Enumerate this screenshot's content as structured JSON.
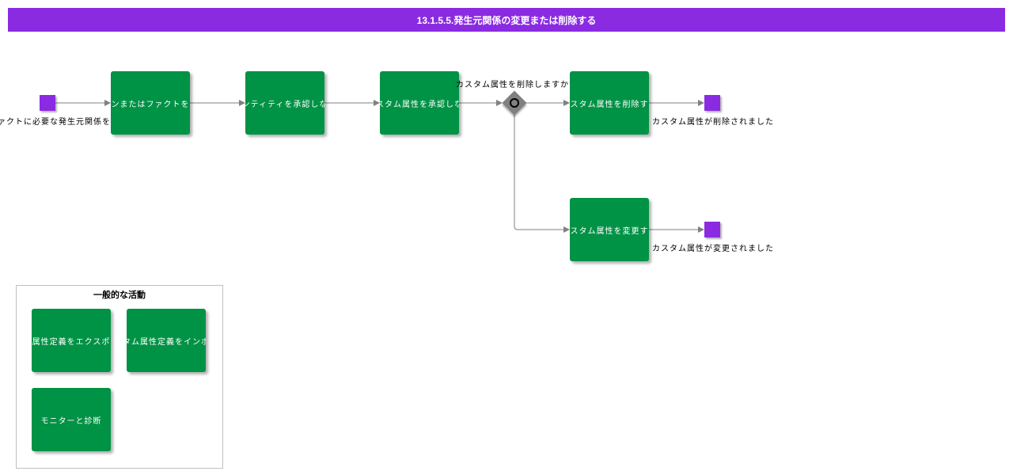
{
  "title": "13.1.5.5.発生元関係の変更または削除する",
  "start_event_label": "ァクトに必要な発生元関係を",
  "tasks": {
    "t1": "ンまたはファクトを",
    "t2": "ンティティを承認しな",
    "t3": "スタム属性を承認しな",
    "t4": "スタム属性を削除す",
    "t5": "スタム属性を変更す"
  },
  "gateway": {
    "label": "カスタム属性を削除しますか?",
    "icon": "circle-gateway-icon"
  },
  "end_events": {
    "deleted": "カスタム属性が削除されました",
    "changed": "カスタム属性が変更されました"
  },
  "group": {
    "title": "一般的な活動",
    "items": [
      "属性定義をエクスポ",
      "カスタム属性定義をインポート",
      "モニターと診断"
    ]
  },
  "colors": {
    "title_bar": "#8a2be2",
    "task": "#009245",
    "event": "#8a2be2",
    "gateway": "#808080",
    "edge": "#808080"
  }
}
